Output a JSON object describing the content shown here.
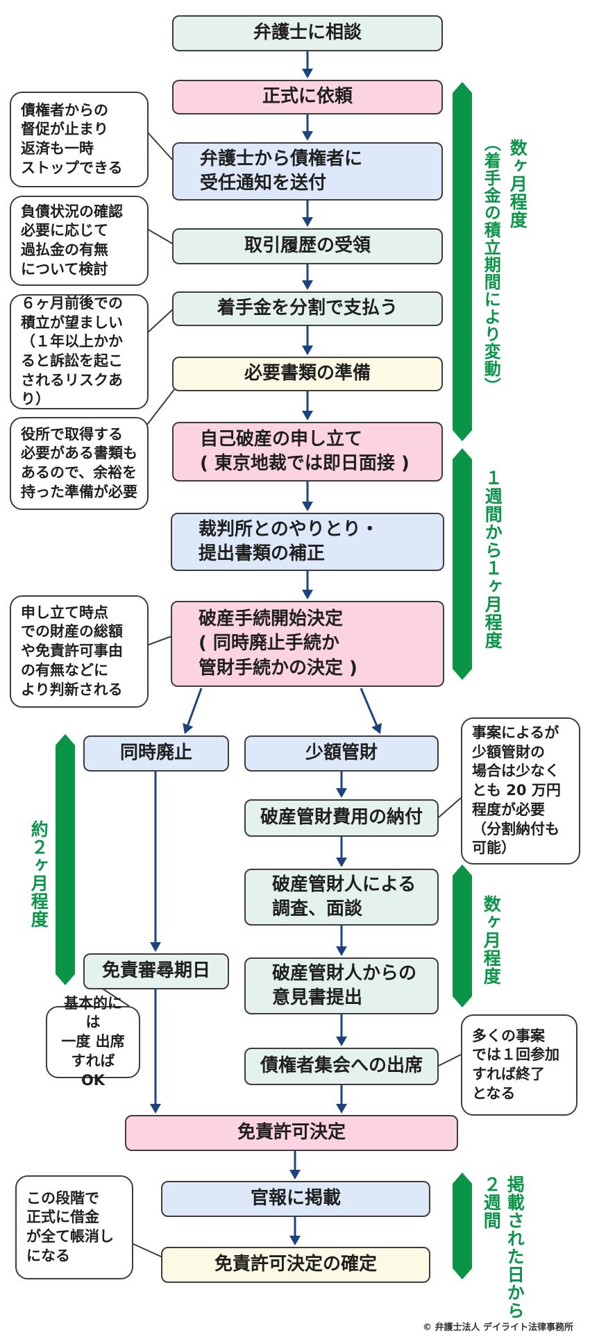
{
  "steps": {
    "consult": "弁護士に相談",
    "request": "正式に依頼",
    "notice": "弁護士から債権者に\n受任通知を送付",
    "history": "取引履歴の受領",
    "fee": "着手金を分割で支払う",
    "docs": "必要書類の準備",
    "petition": "自己破産の申し立て\n( 東京地裁では即日面接 )",
    "court": "裁判所とのやりとり・\n提出書類の補正",
    "decision": "破産手続開始決定\n( 同時廃止手続か\n管財手続かの決定 )",
    "simultaneous": "同時廃止",
    "small_admin": "少額管財",
    "admin_fee": "破産管財費用の納付",
    "trustee_interview": "破産管財人による\n調査、面談",
    "trustee_opinion": "破産管財人からの\n意見書提出",
    "creditors_meeting": "債権者集会への出席",
    "exemption_hearing": "免責審尋期日",
    "exemption_decision": "免責許可決定",
    "gazette": "官報に掲載",
    "finalized": "免責許可決定の確定"
  },
  "notes": {
    "stop_collection": "債権者からの\n督促が止まり\n返済も一時\nストップできる",
    "debt_check": "負債状況の確認\n必要に応じて\n過払金の有無\nについて検討",
    "savings": "６ヶ月前後での\n積立が望ましい\n（１年以上かか\nると訴訟を起こ\nされるリスクあり）",
    "office_docs": "役所で取得する\n必要がある書類も\nあるので、余裕を\n持った準備が必要",
    "judgment": "申し立て時点\nでの財産の総額\nや免責許可事由\nの有無などに\nより判新される",
    "small_admin_fee": "事案によるが\n少額管財の\n場合は少なく\nとも 20 万円\n程度が必要\n（分割納付も\n可能）",
    "attend_once": "基本的には\n一度 出席\nすれば OK",
    "meeting_once": "多くの事案\nでは１回参加\nすれば終了\nとなる",
    "debt_cleared": "この段階で\n正式に借金\nが全て帳消し\nになる"
  },
  "durations": {
    "months_savings": "数ヶ月程度",
    "months_savings_paren": "（着手金の積立期間により変動）",
    "week_to_month": "１週間から１ヶ月程度",
    "about_two_months": "約２ヶ月程度",
    "several_months": "数ヶ月程度",
    "two_weeks": "２週間",
    "from_publication": "掲載された日から"
  },
  "colors": {
    "arrow": "#1b4380",
    "duration_bar": "#0a9448",
    "mint": "#e4f1ec",
    "pink": "#fbd3e1",
    "blue": "#dde9f8",
    "cream": "#fcf9e4"
  },
  "footer": {
    "copyright": "© 弁護士法人 デイライト法律事務所"
  }
}
